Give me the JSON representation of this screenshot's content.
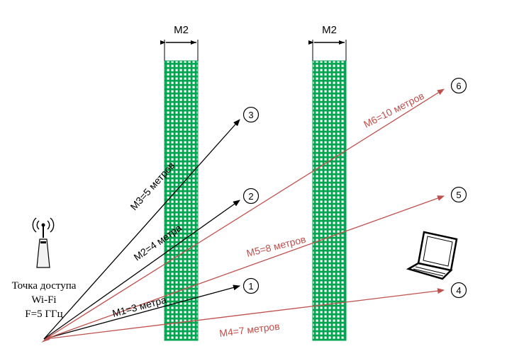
{
  "walls": [
    {
      "label": "M2"
    },
    {
      "label": "M2"
    }
  ],
  "access_point": {
    "label_line1": "Точка доступа",
    "label_line2": "Wi-Fi",
    "label_line3": "F=5 ГГц",
    "icon": "router-antenna-icon"
  },
  "targets": [
    {
      "number": "1"
    },
    {
      "number": "2"
    },
    {
      "number": "3"
    },
    {
      "number": "4"
    },
    {
      "number": "5"
    },
    {
      "number": "6"
    }
  ],
  "paths": [
    {
      "label": "M1=3 метра",
      "color": "#000000"
    },
    {
      "label": "M2=4 метра",
      "color": "#000000"
    },
    {
      "label": "M3=5 метров",
      "color": "#000000"
    },
    {
      "label": "M4=7 метров",
      "color": "#c0504d"
    },
    {
      "label": "M5=8 метров",
      "color": "#c0504d"
    },
    {
      "label": "M6=10 метров",
      "color": "#c0504d"
    }
  ],
  "colors": {
    "wall_fill": "#00a550",
    "wall_grid": "#ffffff",
    "black_arrow": "#000000",
    "red_arrow": "#c0504d"
  },
  "laptop_icon": "laptop-icon"
}
